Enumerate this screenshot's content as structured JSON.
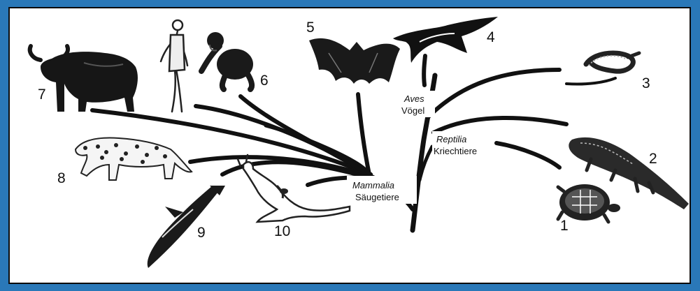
{
  "groups": {
    "mammalia": {
      "latin": "Mammalia",
      "german": "Säugetiere"
    },
    "aves": {
      "latin": "Aves",
      "german": "Vögel"
    },
    "reptilia": {
      "latin": "Reptilia",
      "german": "Kriechtiere"
    }
  },
  "animals": [
    {
      "number": "1",
      "icon": "turtle-icon"
    },
    {
      "number": "2",
      "icon": "crocodile-icon"
    },
    {
      "number": "3",
      "icon": "snake-icon"
    },
    {
      "number": "4",
      "icon": "bird-icon"
    },
    {
      "number": "5",
      "icon": "bat-icon"
    },
    {
      "number": "6",
      "icon": "ape-icon"
    },
    {
      "number": "7",
      "icon": "buffalo-icon"
    },
    {
      "number": "8",
      "icon": "leopard-icon"
    },
    {
      "number": "9",
      "icon": "dolphin-icon"
    },
    {
      "number": "10",
      "icon": "kangaroo-icon"
    }
  ],
  "colors": {
    "frame": "#2a78b8",
    "ink": "#111111",
    "paper": "#ffffff"
  }
}
